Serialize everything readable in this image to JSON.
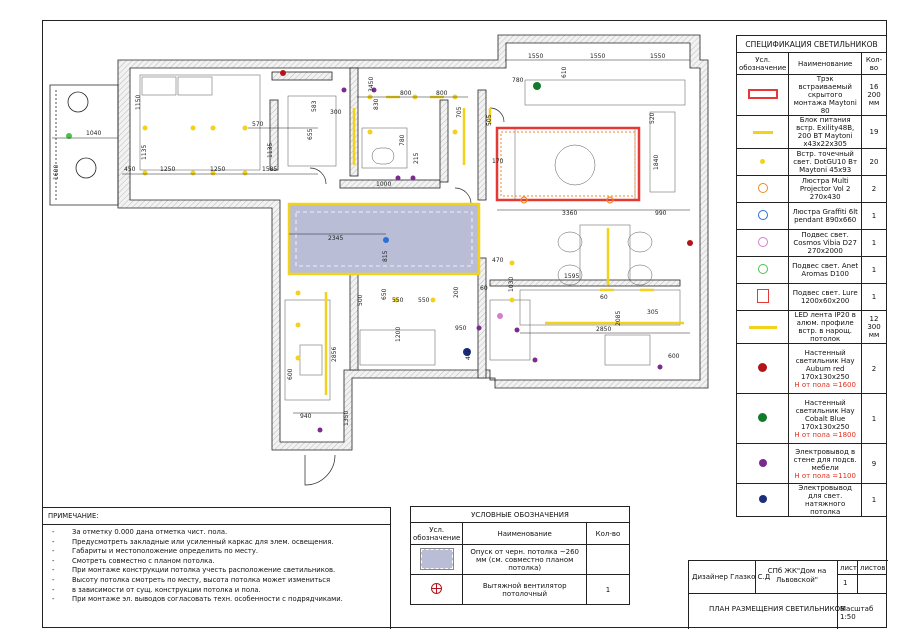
{
  "spec": {
    "title": "СПЕЦИФИКАЦИЯ СВЕТИЛЬНИКОВ",
    "headers": [
      "Усл. обозначение",
      "Наименование",
      "Кол-во"
    ],
    "rows": [
      {
        "name": "Трэк встраиваемый скрытого монтажа Maytoni 80",
        "qty": "16 200 мм",
        "icon": "track-rect-icon",
        "note": ""
      },
      {
        "name": "Блок питания встр. Exility48B, 200 ВТ Maytoni x43x22x305",
        "qty": "19",
        "icon": "yellow-bar-icon",
        "note": ""
      },
      {
        "name": "Встр. точечный свет. DotGU10 Bт Maytoni 45x93",
        "qty": "20",
        "icon": "yellow-dot-icon",
        "note": ""
      },
      {
        "name": "Люстра Multi Projector Vol 2 270x430",
        "qty": "2",
        "icon": "orange-fixture-icon",
        "note": ""
      },
      {
        "name": "Люстра Graffiti 6lt pendant 890x660",
        "qty": "1",
        "icon": "blue-fixture-icon",
        "note": ""
      },
      {
        "name": "Подвес свет. Cosmos Vibia D27 270x2000",
        "qty": "1",
        "icon": "pink-fixture-icon",
        "note": ""
      },
      {
        "name": "Подвес свет. Anet Aromas D100",
        "qty": "1",
        "icon": "green-fixture-icon",
        "note": ""
      },
      {
        "name": "Подвес свет. Lure 1200x60x200",
        "qty": "1",
        "icon": "red-rect-icon",
        "note": ""
      },
      {
        "name": "LED лента IP20 в алюм. профиле встр. в нарощ. потолок",
        "qty": "12 300 мм",
        "icon": "yellow-line-icon",
        "note": ""
      },
      {
        "name": "Настенный светильник Hay Aubum red 170x130x250",
        "qty": "2",
        "icon": "dark-red-dot-icon",
        "note": "Н от пола =1600"
      },
      {
        "name": "Настенный светильник Hay Cobalt Blue 170x130x250",
        "qty": "1",
        "icon": "dark-green-dot-icon",
        "note": "Н от пола =1800"
      },
      {
        "name": "Электровывод в стене для подсв. мебели",
        "qty": "9",
        "icon": "purple-half-icon",
        "note": "Н от пола =1100"
      },
      {
        "name": "Электровывод для свет. натяжного потолка",
        "qty": "1",
        "icon": "navy-dot-icon",
        "note": ""
      }
    ]
  },
  "legend": {
    "title": "УСЛОВНЫЕ ОБОЗНАЧЕНИЯ",
    "headers": [
      "Усл. обозначение",
      "Наименование",
      "Кол-во"
    ],
    "rows": [
      {
        "name": "Опуск от черн. потолка ~260 мм (см. совместно планом потолка)",
        "qty": ""
      },
      {
        "name": "Вытяжной вентилятор потолочный",
        "qty": "1"
      }
    ]
  },
  "notes": {
    "title": "ПРИМЕЧАНИЕ:",
    "items": [
      "За отметку 0.000 дана отметка чист. пола.",
      "Предусмотреть закладные или усиленный каркас для элем. освещения.",
      "Габариты и местоположение определить по месту.",
      "Смотреть совместно с планом потолка.",
      "При монтаже конструкции потолка учесть расположение светильников.",
      "Высоту потолка смотреть по месту, высота потолка может измениться",
      "в зависимости от сущ. конструкции потолка и пола.",
      "При монтаже эл. выводов согласовать техн. особенности с подрядчиками."
    ]
  },
  "stamp": {
    "designer": "Дизайнер Глазко С.Д",
    "project": "СПб ЖК\"Дом на Львовской\"",
    "sheet_label": "лист",
    "sheets_label": "листов",
    "sheet_no": "1",
    "plan_title": "ПЛАН РАЗМЕЩЕНИЯ СВЕТИЛЬНИКОВ",
    "scale": "Масштаб 1:50"
  },
  "dims": [
    "1040",
    "1600",
    "1550",
    "1550",
    "1550",
    "780",
    "610",
    "3450",
    "1150",
    "1135",
    "570",
    "1135",
    "583",
    "655",
    "300",
    "830",
    "800",
    "800",
    "705",
    "505",
    "520",
    "1840",
    "450",
    "1250",
    "1250",
    "1585",
    "1000",
    "170",
    "3360",
    "990",
    "780",
    "215",
    "2345",
    "815",
    "500",
    "470",
    "1595",
    "650",
    "1030",
    "60",
    "60",
    "200",
    "550",
    "550",
    "950",
    "400",
    "1200",
    "2085",
    "305",
    "2850",
    "600",
    "2856",
    "940",
    "1350",
    "600"
  ],
  "colors": {
    "yellow": "#f2d21b",
    "red": "#e53935",
    "orange": "#f08a24",
    "blue": "#2d6fd6",
    "pink": "#d37fcf",
    "green": "#4cc24c",
    "darkred": "#b3141b",
    "darkgreen": "#137a2b",
    "purple": "#7a2b8f",
    "navy": "#1c2e7a",
    "soffit": "#b9bdd6"
  }
}
